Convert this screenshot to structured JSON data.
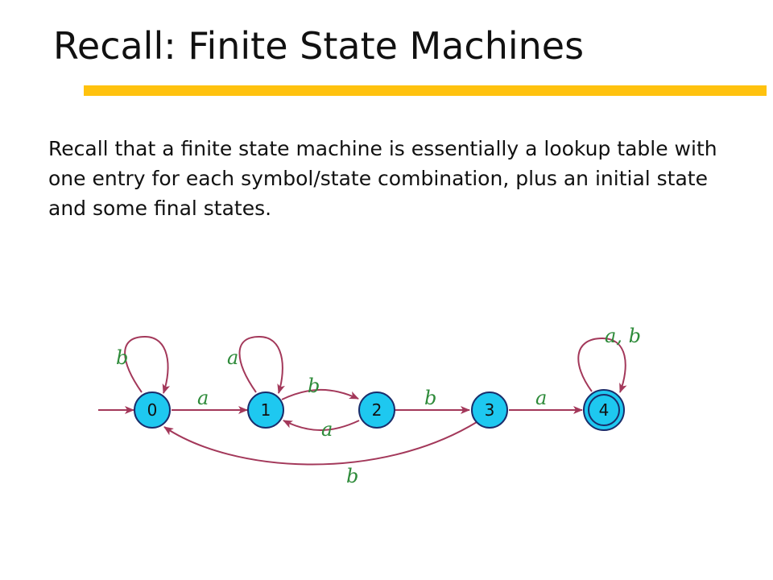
{
  "slide": {
    "title": "Recall:  Finite State Machines",
    "body": "Recall that a finite state machine is essentially a lookup table with one entry for each symbol/state combination, plus an initial state and some final states."
  },
  "colors": {
    "rule": "#ffc20e",
    "state_fill": "#1ec8f0",
    "state_stroke": "#1a2d6b",
    "edge": "#a3385a",
    "edge_label": "#2e8b3a"
  },
  "diagram": {
    "states": [
      {
        "id": "0",
        "label": "0",
        "initial": true,
        "final": false
      },
      {
        "id": "1",
        "label": "1",
        "initial": false,
        "final": false
      },
      {
        "id": "2",
        "label": "2",
        "initial": false,
        "final": false
      },
      {
        "id": "3",
        "label": "3",
        "initial": false,
        "final": false
      },
      {
        "id": "4",
        "label": "4",
        "initial": false,
        "final": true
      }
    ],
    "transitions": [
      {
        "from": "0",
        "to": "0",
        "label": "b"
      },
      {
        "from": "0",
        "to": "1",
        "label": "a"
      },
      {
        "from": "1",
        "to": "1",
        "label": "a"
      },
      {
        "from": "1",
        "to": "2",
        "label": "b"
      },
      {
        "from": "2",
        "to": "1",
        "label": "a"
      },
      {
        "from": "2",
        "to": "3",
        "label": "b"
      },
      {
        "from": "3",
        "to": "4",
        "label": "a"
      },
      {
        "from": "3",
        "to": "0",
        "label": "b"
      },
      {
        "from": "4",
        "to": "4",
        "label": "a, b"
      }
    ]
  }
}
